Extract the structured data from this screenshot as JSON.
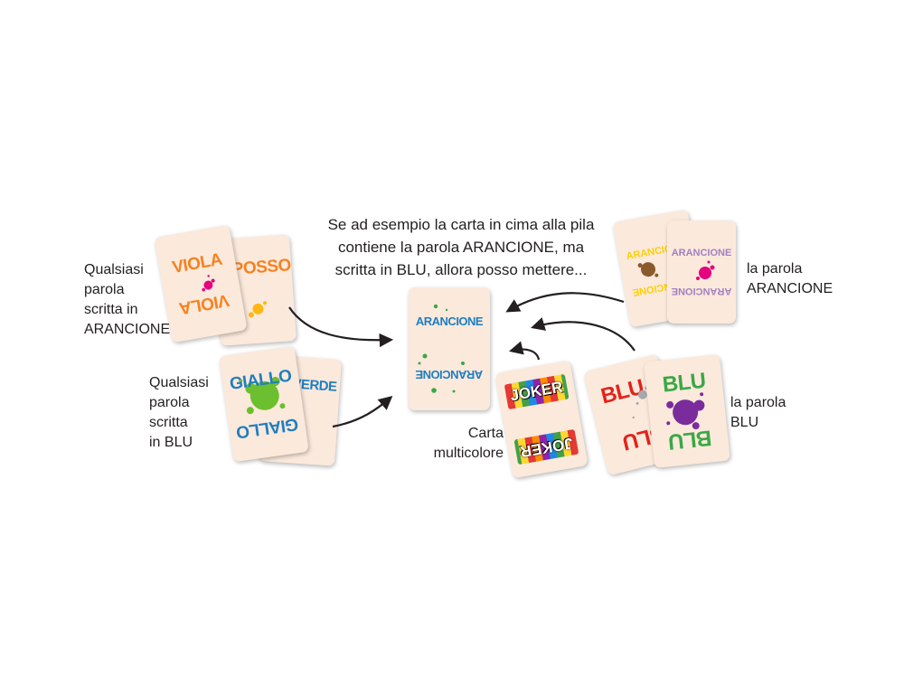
{
  "captions": {
    "main": "Se ad esempio la carta in cima alla pila\ncontiene la parola ARANCIONE, ma\nscritta in BLU, allora posso mettere...",
    "orange_any": "Qualsiasi\nparola\nscritta in\nARANCIONE",
    "blue_any": "Qualsiasi\nparola\nscritta\nin BLU",
    "word_arancione": "la parola\nARANCIONE",
    "word_blu": "la parola\nBLU",
    "multicolor": "Carta\nmulticolore"
  },
  "cards": {
    "center": {
      "word": "ARANCIONE",
      "ink": "#1f7ec0",
      "splat": "#3aa845"
    },
    "viola_back": {
      "word": "POSSO",
      "ink": "#f58220",
      "splat": "#fdb913"
    },
    "viola_front": {
      "word": "VIOLA",
      "ink": "#f58220",
      "splat": "#e6007e"
    },
    "verde_back": {
      "word": "VERDE",
      "ink": "#1f7ec0",
      "splat": "#3aa845"
    },
    "giallo_front": {
      "word": "GIALLO",
      "ink": "#1f7ec0",
      "splat": "#6cbf2e"
    },
    "arancione_back": {
      "word": "ARANCIONE",
      "ink": "#fdd000",
      "splat": "#8b5a2b"
    },
    "arancione_front": {
      "word": "ARANCIONE",
      "ink": "#a67fbf",
      "splat": "#e6007e"
    },
    "joker": {
      "word": "JOKER"
    },
    "blu_back": {
      "word": "BLU",
      "ink": "#e2231a",
      "splat": "#a7a9ac"
    },
    "blu_front": {
      "word": "BLU",
      "ink": "#3aa845",
      "splat": "#7b2c9c"
    }
  },
  "colors": {
    "card_bg": "#fbe9dc",
    "arrow": "#231f20",
    "text": "#231f20"
  }
}
